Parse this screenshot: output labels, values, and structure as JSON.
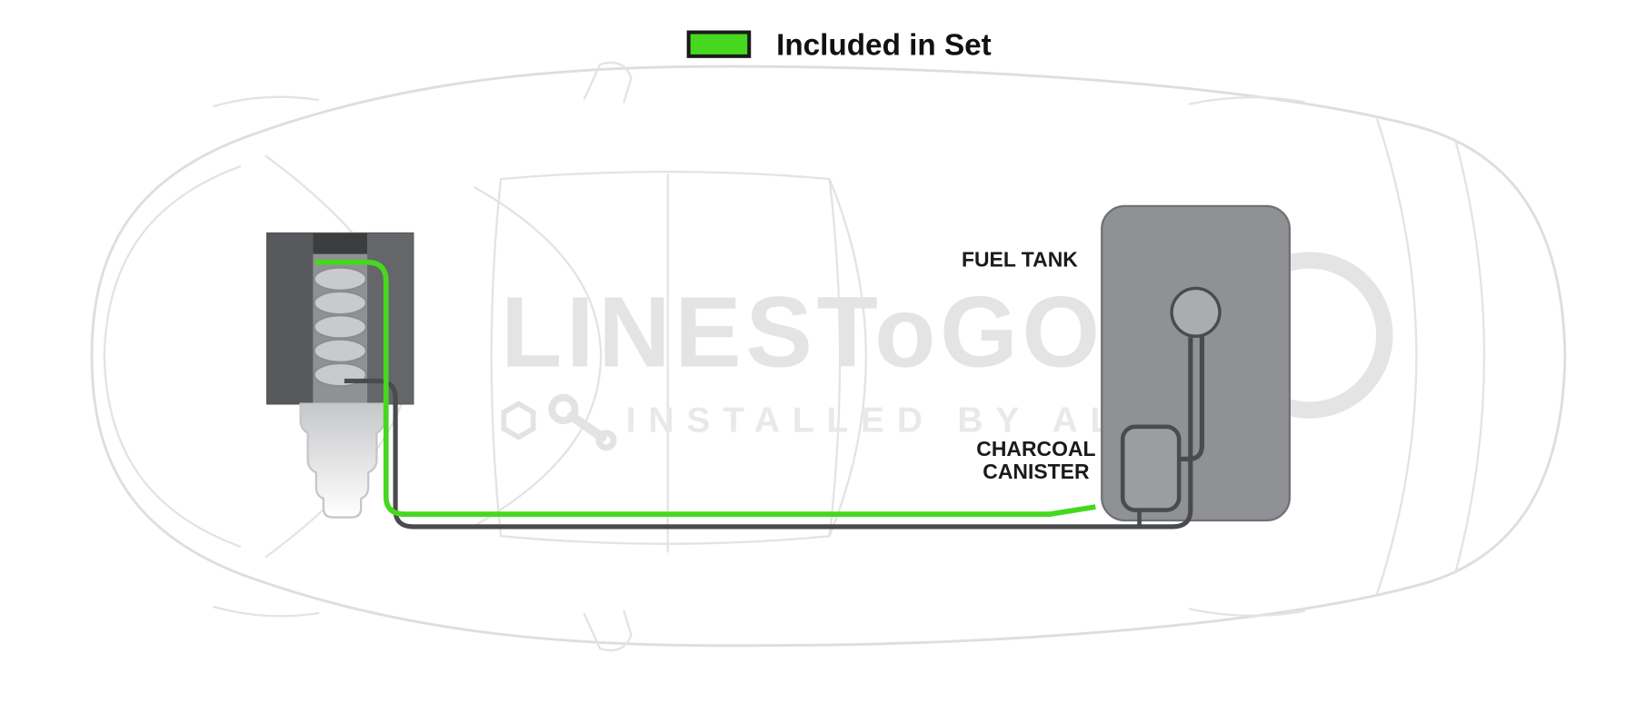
{
  "legend": {
    "label": "Included in Set"
  },
  "labels": {
    "fuel_tank": "FUEL TANK",
    "charcoal_line1": "CHARCOAL",
    "charcoal_line2": "CANISTER"
  },
  "watermark": {
    "brand": "LINESToGO",
    "tagline": "INSTALLED BY AL"
  },
  "colors": {
    "included_green": "#46d81f",
    "line_dark": "#4a4b4d",
    "tank_gray": "#8f9194",
    "canister_gray": "#9b9da0",
    "engine_gray": "#6b6d70",
    "outline_gray": "#dedede"
  }
}
